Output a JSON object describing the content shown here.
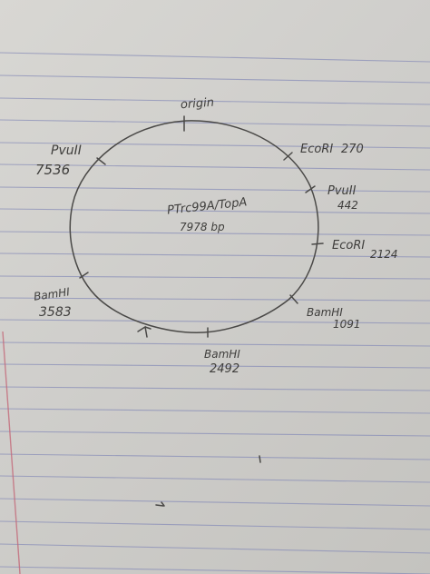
{
  "plasmid": {
    "name": "PTrc99A/TopA",
    "size": "7978 bp"
  },
  "sites": [
    {
      "label": "origin",
      "position": ""
    },
    {
      "label": "EcoRI",
      "position": "270"
    },
    {
      "label": "PvuII",
      "position": "442"
    },
    {
      "label": "EcoRI",
      "position": "2124"
    },
    {
      "label": "BamHI",
      "position": "1091"
    },
    {
      "label": "BamHI",
      "position": "2492"
    },
    {
      "label": "BamHI",
      "position": "3583"
    },
    {
      "label": "PvuII",
      "position": "7536"
    }
  ],
  "colors": {
    "paper": "#d3d2ce",
    "ruled_line": "#8a8fb8",
    "margin_line": "#c46a7a",
    "ink": "#3f3e3c"
  }
}
